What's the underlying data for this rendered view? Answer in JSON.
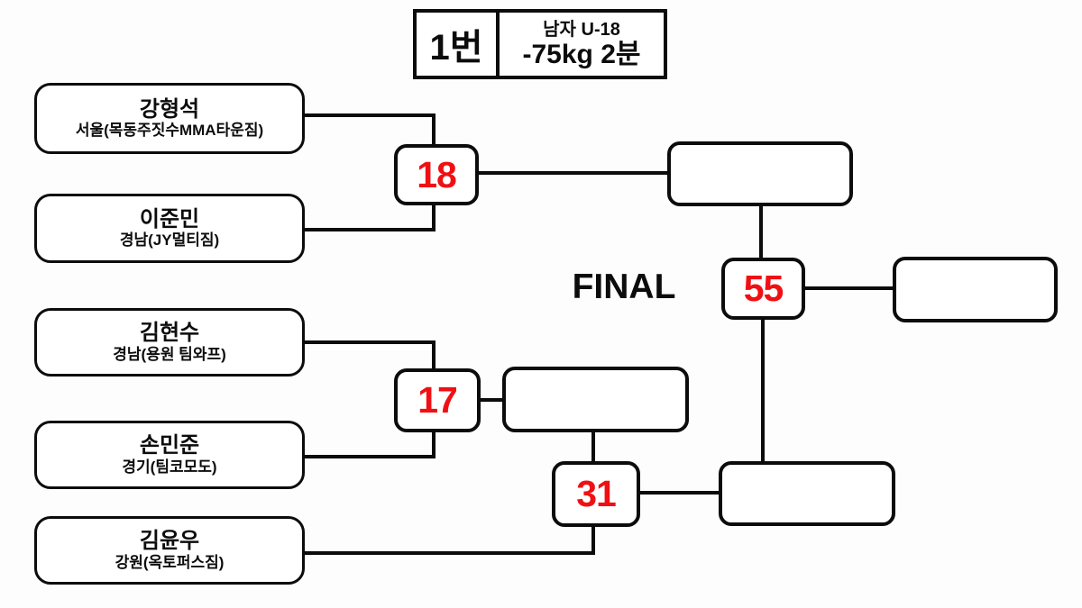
{
  "title": {
    "bout_number": "1번",
    "division": "남자 U-18",
    "weight_class_time": "-75kg 2분"
  },
  "round_label": "FINAL",
  "bracket": {
    "players": [
      {
        "name": "강형석",
        "club": "서울(목동주짓수MMA타운짐)"
      },
      {
        "name": "이준민",
        "club": "경남(JY멀티짐)"
      },
      {
        "name": "김현수",
        "club": "경남(용원 팀와프)"
      },
      {
        "name": "손민준",
        "club": "경기(팀코모도)"
      },
      {
        "name": "김윤우",
        "club": "강원(옥토퍼스짐)"
      }
    ],
    "match_numbers": {
      "match_18": "18",
      "match_17": "17",
      "match_31": "31",
      "match_55": "55"
    }
  },
  "colors": {
    "match_number_red": "#f01014",
    "line_black": "#0c0c0c",
    "background": "#fdfdfd"
  }
}
